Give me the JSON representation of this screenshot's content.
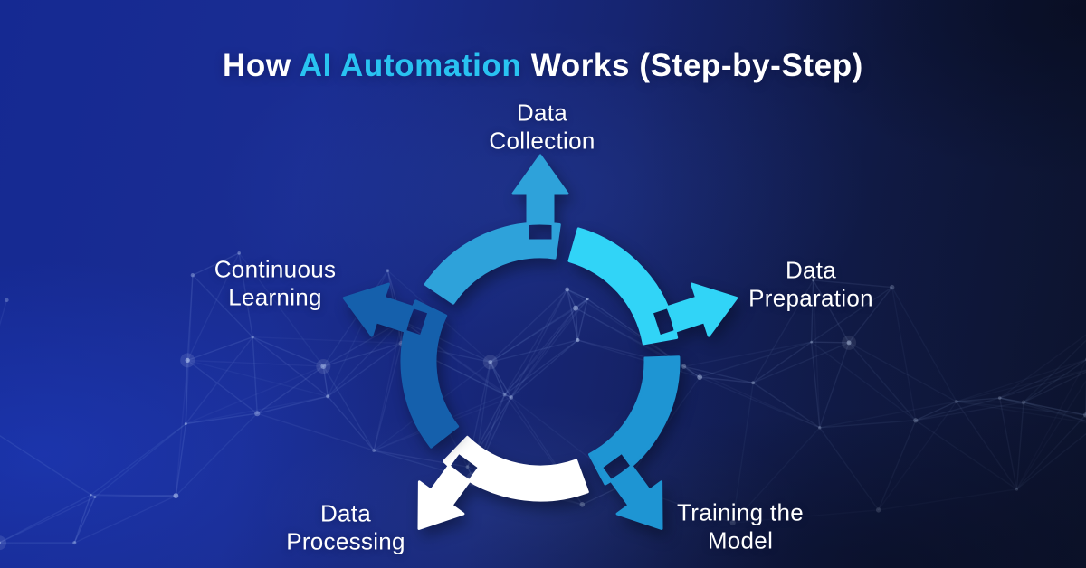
{
  "title": {
    "prefix": "How ",
    "highlight": "AI Automation",
    "suffix": " Works (Step-by-Step)",
    "highlight_color": "#29C3F1",
    "text_color": "#FFFFFF"
  },
  "diagram": {
    "type": "circular-process-cycle",
    "steps": [
      {
        "label": "Data\nCollection",
        "position": "top",
        "color": "#2EA2DA"
      },
      {
        "label": "Data\nPreparation",
        "position": "right",
        "color": "#31D4F7"
      },
      {
        "label": "Training the\nModel",
        "position": "bottom-right",
        "color": "#1E95D3"
      },
      {
        "label": "Data\nProcessing",
        "position": "bottom-left",
        "color": "#FFFFFF"
      },
      {
        "label": "Continuous\nLearning",
        "position": "left",
        "color": "#1560AC"
      }
    ]
  },
  "background": {
    "base_color_left": "#15289A",
    "base_color_right": "#0F1733",
    "pattern": "network-plexus"
  }
}
